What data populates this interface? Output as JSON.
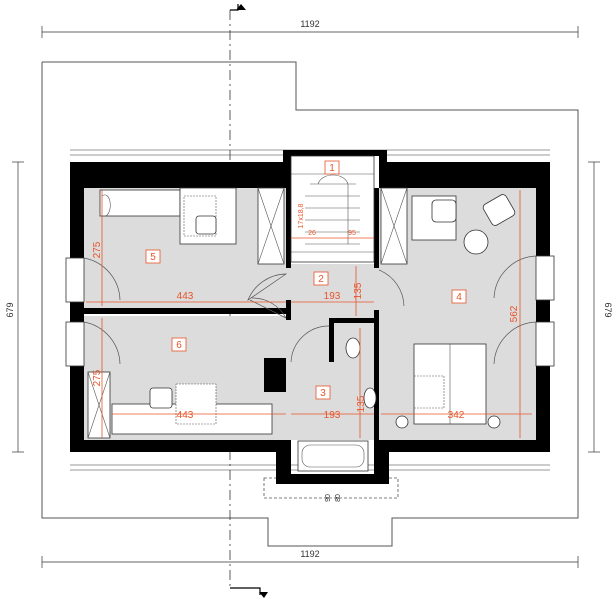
{
  "overall_dimensions": {
    "top_width": "1192",
    "bottom_width": "1192",
    "left_depth": "679",
    "right_depth": "679"
  },
  "rooms": [
    {
      "number": "1"
    },
    {
      "number": "2"
    },
    {
      "number": "3"
    },
    {
      "number": "4"
    },
    {
      "number": "5"
    },
    {
      "number": "6"
    }
  ],
  "interior_dimensions": {
    "room5_height": "275",
    "room6_height": "275",
    "rooms56_width": "443",
    "hall_width": "193",
    "bath_width": "193",
    "hall_height": "135",
    "bath_height": "135",
    "room4_height": "562",
    "room4_width": "342",
    "stair_label": "17x18,8",
    "stair_w1": "26",
    "stair_w2": "95",
    "bath_tub_length": "90",
    "bath_tub_width": "80"
  },
  "colors": {
    "floor": "#dcdcdc",
    "wall": "#000000",
    "dimension_red": "#e8542a",
    "line": "#333333"
  }
}
